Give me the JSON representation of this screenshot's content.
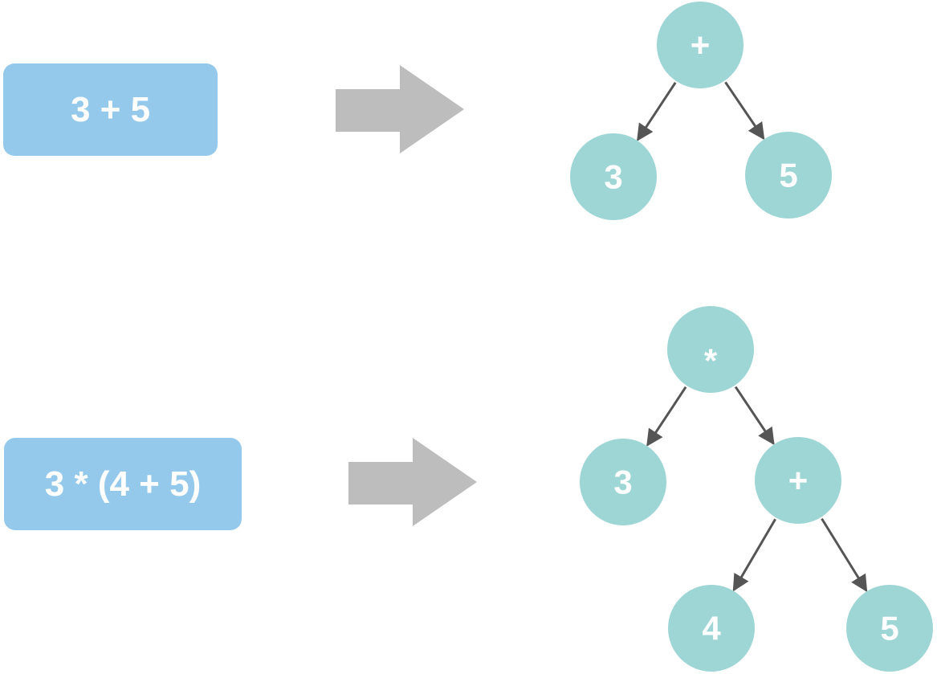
{
  "colors": {
    "expression_box": "#94c9ec",
    "node_fill": "#9dd6d4",
    "edge": "#555555",
    "big_arrow": "#bdbdbd",
    "text": "#ffffff"
  },
  "examples": [
    {
      "expression": "3 + 5",
      "tree": {
        "root": "+",
        "nodes": [
          {
            "id": "n1",
            "label": "+"
          },
          {
            "id": "n2",
            "label": "3"
          },
          {
            "id": "n3",
            "label": "5"
          }
        ],
        "edges": [
          {
            "from": "n1",
            "to": "n2"
          },
          {
            "from": "n1",
            "to": "n3"
          }
        ]
      }
    },
    {
      "expression": "3 * (4 + 5)",
      "tree": {
        "root": "*",
        "nodes": [
          {
            "id": "m1",
            "label": "*"
          },
          {
            "id": "m2",
            "label": "3"
          },
          {
            "id": "m3",
            "label": "+"
          },
          {
            "id": "m4",
            "label": "4"
          },
          {
            "id": "m5",
            "label": "5"
          }
        ],
        "edges": [
          {
            "from": "m1",
            "to": "m2"
          },
          {
            "from": "m1",
            "to": "m3"
          },
          {
            "from": "m3",
            "to": "m4"
          },
          {
            "from": "m3",
            "to": "m5"
          }
        ]
      }
    }
  ]
}
